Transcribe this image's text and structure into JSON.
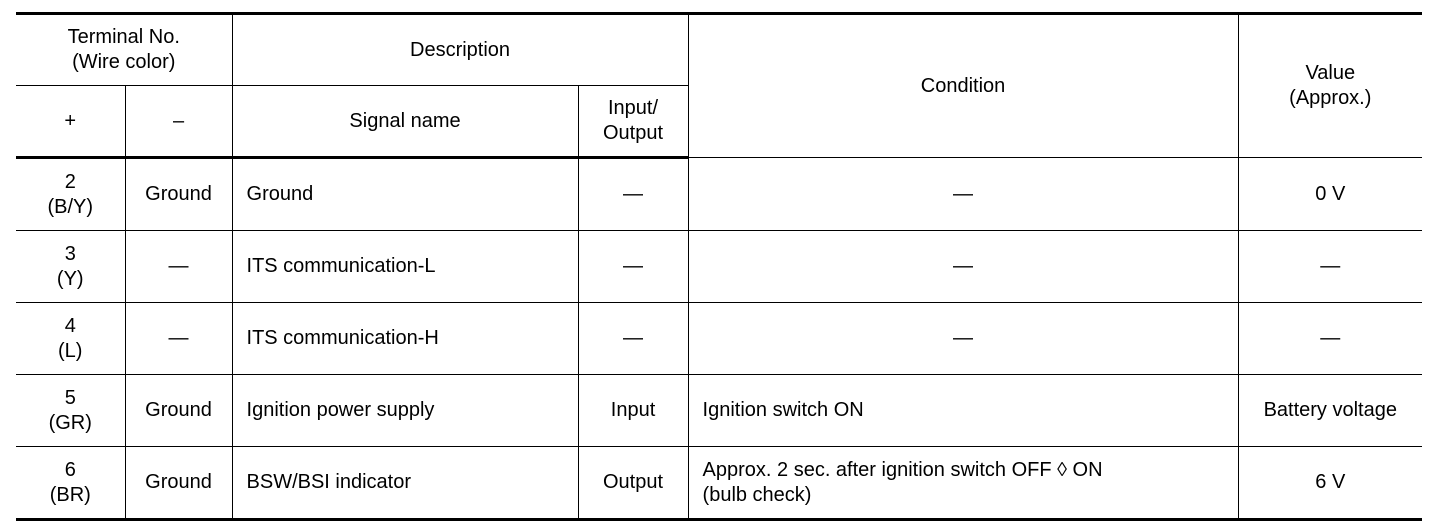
{
  "header": {
    "terminal_no": "Terminal No.",
    "wire_color": "(Wire color)",
    "description": "Description",
    "condition": "Condition",
    "value": "Value",
    "approx": "(Approx.)",
    "plus": "+",
    "minus": "–",
    "signal_name": "Signal name",
    "input_output_1": "Input/",
    "input_output_2": "Output"
  },
  "rows": [
    {
      "terminal": "2",
      "color": "(B/Y)",
      "minus": "Ground",
      "signal": "Ground",
      "io": "—",
      "condition_1": "—",
      "condition_2": "",
      "value": "0 V"
    },
    {
      "terminal": "3",
      "color": "(Y)",
      "minus": "—",
      "signal": "ITS communication-L",
      "io": "—",
      "condition_1": "—",
      "condition_2": "",
      "value": "—"
    },
    {
      "terminal": "4",
      "color": "(L)",
      "minus": "—",
      "signal": "ITS communication-H",
      "io": "—",
      "condition_1": "—",
      "condition_2": "",
      "value": "—"
    },
    {
      "terminal": "5",
      "color": "(GR)",
      "minus": "Ground",
      "signal": "Ignition power supply",
      "io": "Input",
      "condition_1": "Ignition switch ON",
      "condition_2": "",
      "value": "Battery voltage"
    },
    {
      "terminal": "6",
      "color": "(BR)",
      "minus": "Ground",
      "signal": "BSW/BSI indicator",
      "io": "Output",
      "condition_1": "Approx. 2 sec. after ignition switch OFF ◊ ON",
      "condition_2": "(bulb check)",
      "value": "6 V"
    }
  ]
}
